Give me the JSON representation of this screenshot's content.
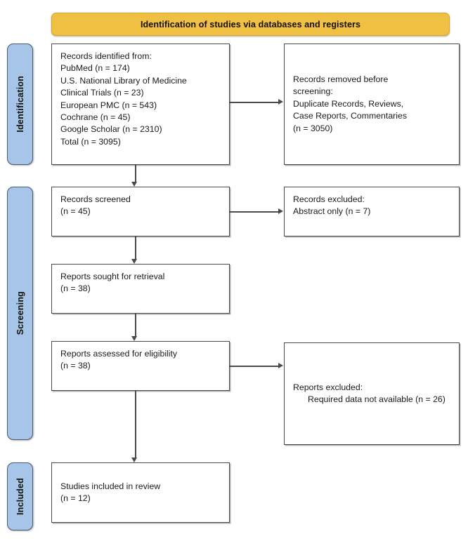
{
  "diagram": {
    "title": "Identification of studies via databases and registers",
    "stages": [
      {
        "id": "identification",
        "label": "Identification"
      },
      {
        "id": "screening",
        "label": "Screening"
      },
      {
        "id": "included",
        "label": "Included"
      }
    ],
    "colors": {
      "banner_fill": "#f0c043",
      "banner_border": "#d6a72f",
      "stage_fill": "#a7c5e8",
      "stage_border": "#4a5a70",
      "box_border": "#4a4a4a",
      "box_fill": "#ffffff",
      "text": "#1a1a1a"
    },
    "boxes": {
      "identified": {
        "name": "Records identified from",
        "lines": [
          "Records identified from:",
          "PubMed (n = 174)",
          "U.S. National Library of Medicine",
          "Clinical Trials (n = 23)",
          "European PMC (n = 543)",
          "Cochrane (n = 45)",
          "Google Scholar (n = 2310)",
          "Total (n = 3095)"
        ]
      },
      "removed": {
        "name": "Records removed before screening",
        "lines": [
          "Records removed before",
          "screening:",
          "Duplicate Records, Reviews,",
          "Case Reports, Commentaries",
          "(n = 3050)"
        ]
      },
      "screened": {
        "name": "Records screened",
        "lines": [
          "Records screened",
          "(n = 45)"
        ]
      },
      "excluded_abstract": {
        "name": "Records excluded",
        "lines": [
          "Records excluded:",
          "Abstract only (n = 7)"
        ]
      },
      "sought": {
        "name": "Reports sought for retrieval",
        "lines": [
          "Reports sought for retrieval",
          "(n = 38)"
        ]
      },
      "assessed": {
        "name": "Reports assessed for eligibility",
        "lines": [
          "Reports assessed for eligibility",
          "(n = 38)"
        ]
      },
      "excluded_reports": {
        "name": "Reports excluded",
        "heading": "Reports excluded:",
        "detail": "Required data not available (n = 26)"
      },
      "included": {
        "name": "Studies included in review",
        "lines": [
          "Studies included in review",
          "(n = 12)"
        ]
      }
    },
    "counts": {
      "pubmed": 174,
      "clinical_trials": 23,
      "european_pmc": 543,
      "cochrane": 45,
      "google_scholar": 2310,
      "total_identified": 3095,
      "removed_before_screening": 3050,
      "records_screened": 45,
      "excluded_abstract_only": 7,
      "reports_sought": 38,
      "reports_assessed": 38,
      "reports_excluded_no_data": 26,
      "studies_included": 12
    }
  }
}
